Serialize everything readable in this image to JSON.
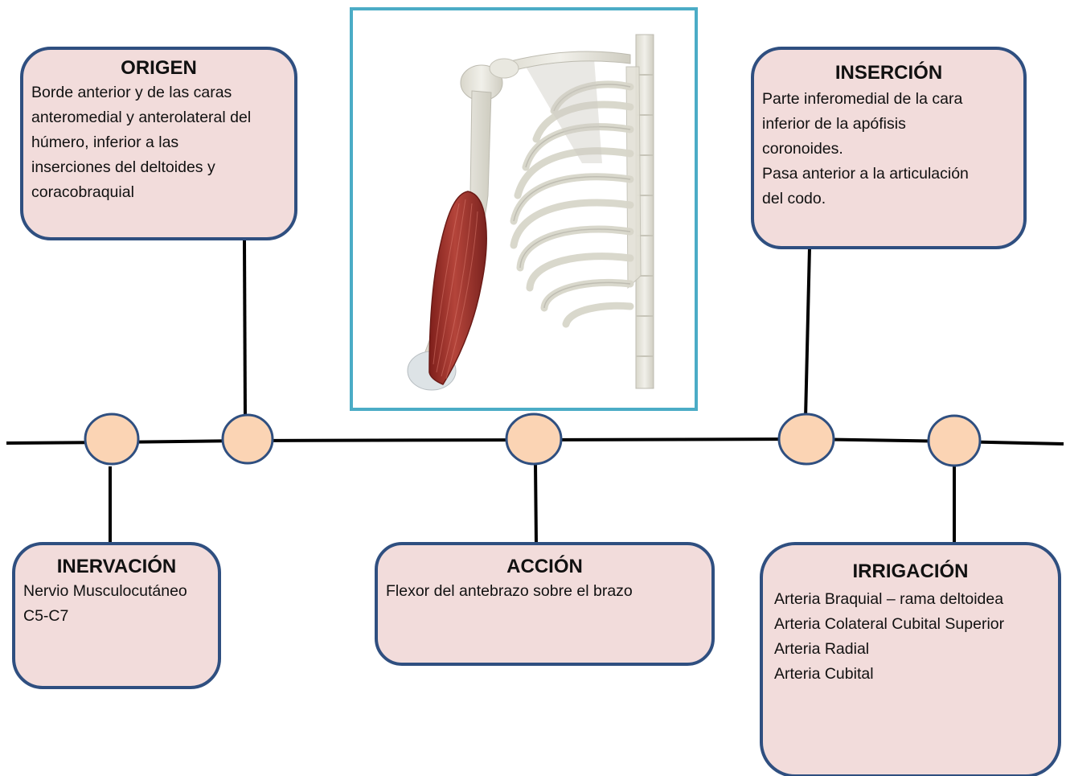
{
  "origen": {
    "title": "ORIGEN",
    "lines": [
      "Borde anterior y de las caras",
      "anteromedial y anterolateral del",
      "húmero, inferior a las",
      "inserciones del deltoides y",
      "coracobraquial"
    ]
  },
  "insercion": {
    "title": "INSERCIÓN",
    "lines": [
      "Parte inferomedial de la cara",
      "inferior de la apófisis",
      "coronoides.",
      "Pasa anterior a la articulación",
      "del codo."
    ]
  },
  "inervacion": {
    "title": "INERVACIÓN",
    "lines": [
      "Nervio Musculocutáneo",
      "C5-C7"
    ]
  },
  "accion": {
    "title": "ACCIÓN",
    "lines": [
      "Flexor del antebrazo sobre el brazo"
    ]
  },
  "irrigacion": {
    "title": "IRRIGACIÓN",
    "lines": [
      "Arteria Braquial – rama deltoidea",
      "Arteria Colateral Cubital Superior",
      "Arteria Radial",
      "Arteria Cubital"
    ]
  },
  "colors": {
    "box_fill": "#f2dcdb",
    "box_border": "#2f4f80",
    "node_fill": "#fbd4b4",
    "line": "#000000",
    "image_frame": "#4bacc6",
    "muscle": "#a0302a",
    "bone": "#e6e4d8"
  },
  "image": {
    "icon": "biceps-anatomy-illustration"
  }
}
